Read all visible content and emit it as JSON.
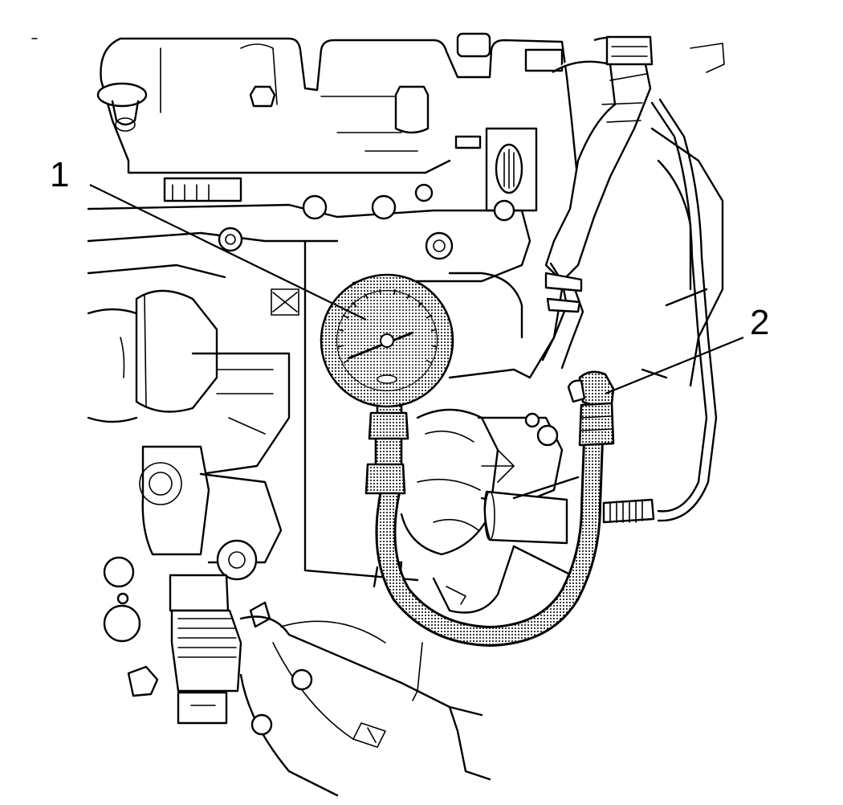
{
  "callouts": [
    {
      "id": 1,
      "label": "1"
    },
    {
      "id": 2,
      "label": "2"
    }
  ]
}
